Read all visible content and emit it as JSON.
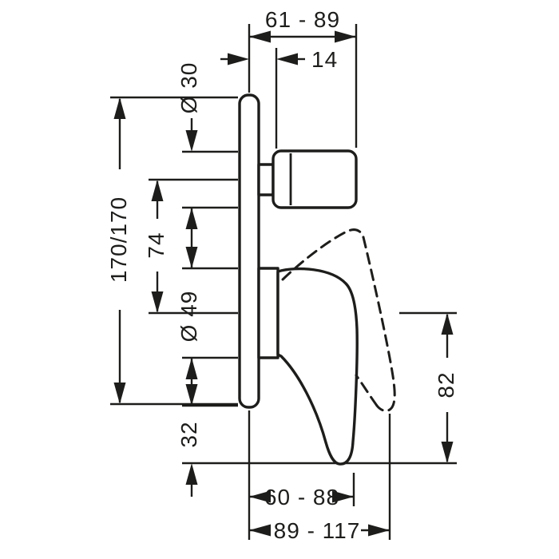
{
  "drawing": {
    "labels": {
      "top_width": "61 - 89",
      "depth": "14",
      "knob_diameter": "Ø 30",
      "plate_height": "170/170",
      "handle_spacing": "74",
      "rosette_diameter": "Ø 49",
      "lever_reach": "82",
      "bottom_offset": "32",
      "bottom_width_min": "60 - 88",
      "bottom_width_max": "89 - 117"
    },
    "colors": {
      "ink": "#1d1d1b",
      "background": "#ffffff"
    }
  }
}
